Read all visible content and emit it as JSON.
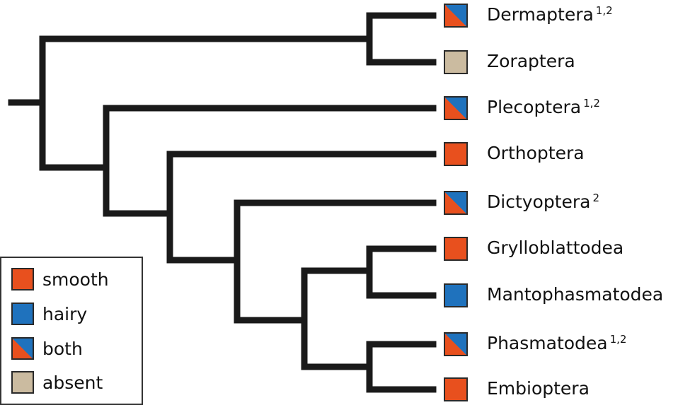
{
  "colors": {
    "smooth": "#E8501E",
    "hairy": "#1F72BD",
    "absent": "#CBBBA0",
    "branch": "#1a1a1a"
  },
  "taxa": [
    {
      "name": "Dermaptera",
      "note": "1,2",
      "state": "both"
    },
    {
      "name": "Zoraptera",
      "note": "",
      "state": "absent"
    },
    {
      "name": "Plecoptera",
      "note": "1,2",
      "state": "both"
    },
    {
      "name": "Orthoptera",
      "note": "",
      "state": "smooth"
    },
    {
      "name": "Dictyoptera",
      "note": "2",
      "state": "both"
    },
    {
      "name": "Grylloblattodea",
      "note": "",
      "state": "smooth"
    },
    {
      "name": "Mantophasmatodea",
      "note": "",
      "state": "hairy"
    },
    {
      "name": "Phasmatodea",
      "note": "1,2",
      "state": "both"
    },
    {
      "name": "Embioptera",
      "note": "",
      "state": "smooth"
    }
  ],
  "legend": [
    {
      "label": "smooth",
      "state": "smooth"
    },
    {
      "label": "hairy",
      "state": "hairy"
    },
    {
      "label": "both",
      "state": "both"
    },
    {
      "label": "absent",
      "state": "absent"
    }
  ]
}
